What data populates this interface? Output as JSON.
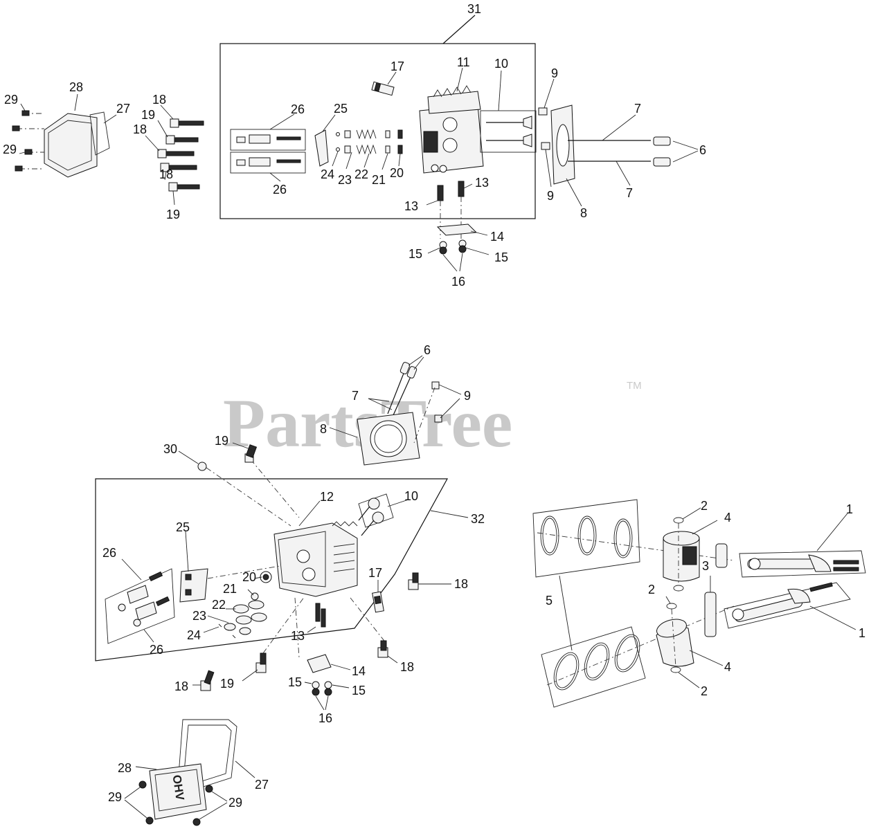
{
  "watermark": {
    "text": "PartsTree",
    "trademark": "TM"
  },
  "cover_text": "OHV",
  "callouts": {
    "top": {
      "c31": "31",
      "c17": "17",
      "c11": "11",
      "c10": "10",
      "c9a": "9",
      "c9b": "9",
      "c7a": "7",
      "c7b": "7",
      "c6": "6",
      "c8": "8",
      "c26a": "26",
      "c26b": "26",
      "c25": "25",
      "c24": "24",
      "c23": "23",
      "c22": "22",
      "c21": "21",
      "c20": "20",
      "c13a": "13",
      "c13b": "13",
      "c14": "14",
      "c15a": "15",
      "c15b": "15",
      "c16": "16",
      "c28": "28",
      "c27": "27",
      "c29a": "29",
      "c29b": "29",
      "c18a": "18",
      "c19a": "19",
      "c18b": "18",
      "c18c": "18",
      "c19b": "19"
    },
    "middle": {
      "c6": "6",
      "c7": "7",
      "c9": "9",
      "c8": "8",
      "c30": "30",
      "c19a": "19",
      "c12": "12",
      "c10": "10",
      "c32": "32",
      "c25": "25",
      "c26a": "26",
      "c20": "20",
      "c21": "21",
      "c22": "22",
      "c23": "23",
      "c24": "24",
      "c26b": "26",
      "c17": "17",
      "c18a": "18",
      "c13": "13",
      "c18b": "18",
      "c14": "14",
      "c15a": "15",
      "c15b": "15",
      "c18c": "18",
      "c19b": "19",
      "c16": "16"
    },
    "right": {
      "c2a": "2",
      "c4a": "4",
      "c1a": "1",
      "c5": "5",
      "c2b": "2",
      "c3": "3",
      "c1b": "1",
      "c4b": "4",
      "c2c": "2"
    },
    "bottom": {
      "c28": "28",
      "c27": "27",
      "c29a": "29",
      "c29b": "29"
    }
  }
}
